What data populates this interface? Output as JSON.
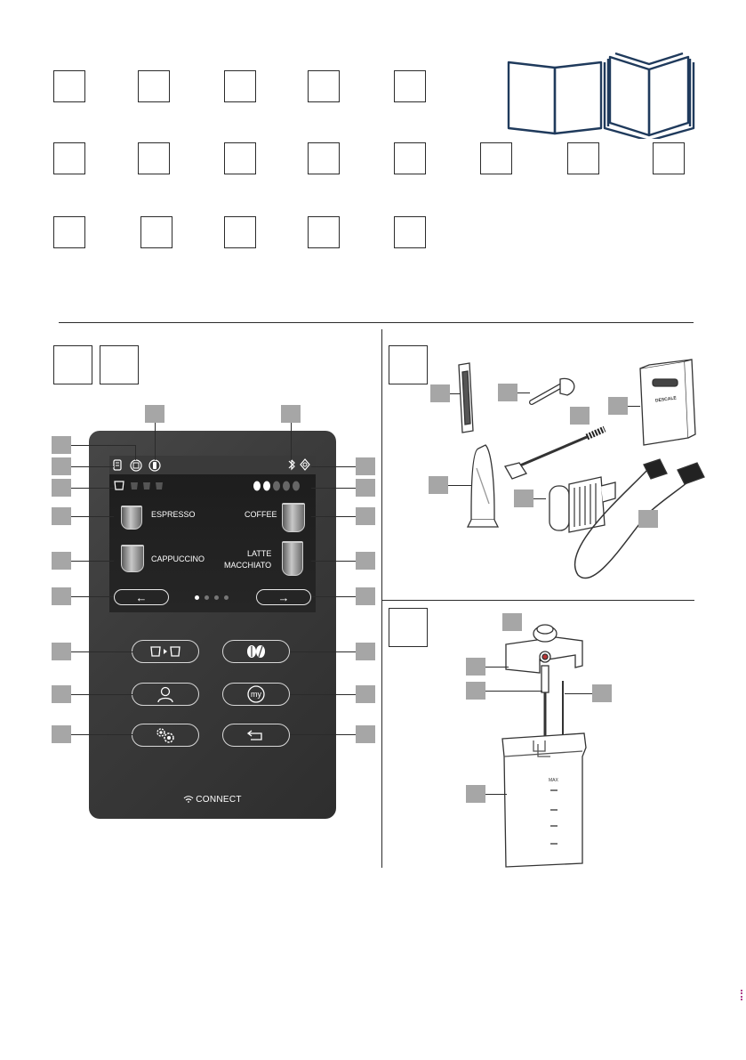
{
  "coffee_screen": {
    "espresso": "ESPRESSO",
    "coffee": "COFFEE",
    "cappuccino": "CAPPUCCINO",
    "latte_line1": "LATTE",
    "latte_line2": "MACCHIATO",
    "connect": "CONNECT",
    "descale_box": "DESCALE"
  },
  "colors": {
    "tag": "#a6a6a6",
    "panel": "#3b3b3b",
    "line": "#2b2b2b",
    "manual_blue": "#1f3a5c"
  },
  "icons": [
    "book-icon",
    "bluetooth-icon",
    "leaf-icon",
    "arrow-left-icon",
    "arrow-right-icon",
    "cup-switch-icon",
    "beans-icon",
    "profile-icon",
    "my-icon",
    "settings-gear-icon",
    "back-icon",
    "wifi-icon"
  ]
}
